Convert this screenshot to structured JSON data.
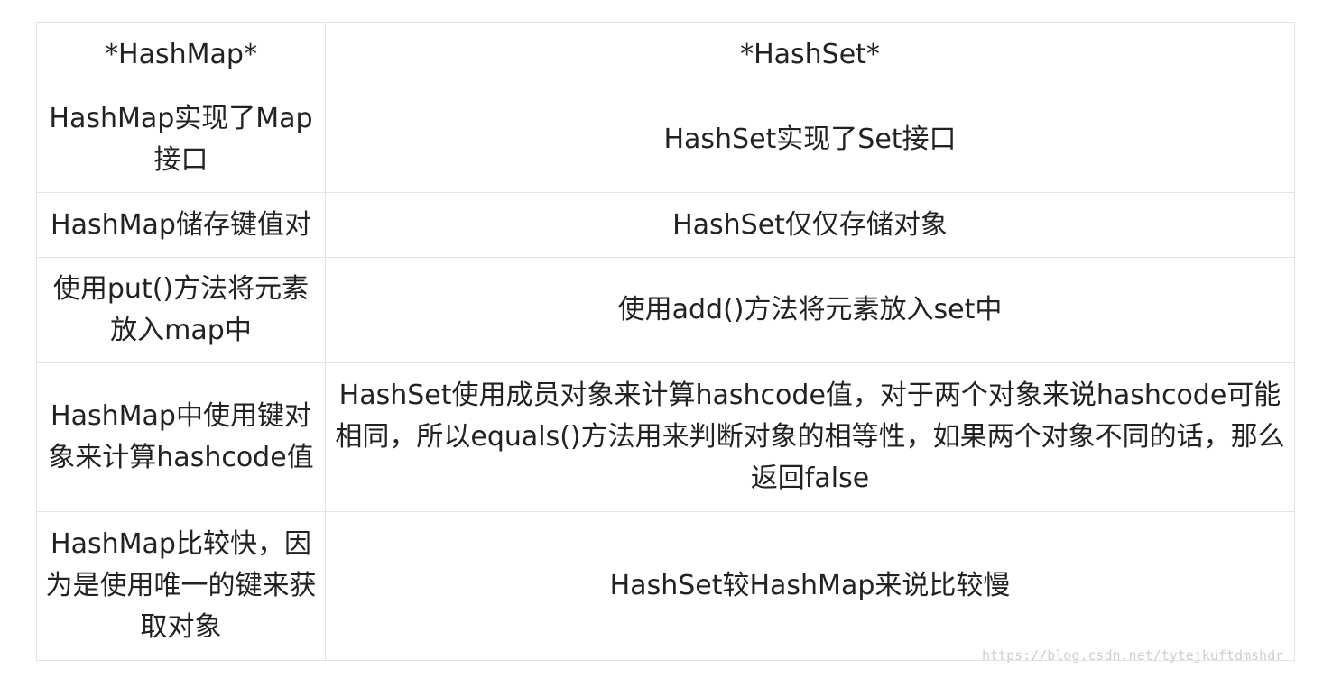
{
  "table": {
    "headers": [
      "*HashMap*",
      "*HashSet*"
    ],
    "rows": [
      [
        "HashMap实现了Map接口",
        "HashSet实现了Set接口"
      ],
      [
        "HashMap储存键值对",
        "HashSet仅仅存储对象"
      ],
      [
        "使用put()方法将元素放入map中",
        "使用add()方法将元素放入set中"
      ],
      [
        "HashMap中使用键对象来计算hashcode值",
        "HashSet使用成员对象来计算hashcode值，对于两个对象来说hashcode可能相同，所以equals()方法用来判断对象的相等性，如果两个对象不同的话，那么返回false"
      ],
      [
        "HashMap比较快，因为是使用唯一的键来获取对象",
        "HashSet较HashMap来说比较慢"
      ]
    ]
  },
  "watermark": "https://blog.csdn.net/tytejkuftdmshdr"
}
